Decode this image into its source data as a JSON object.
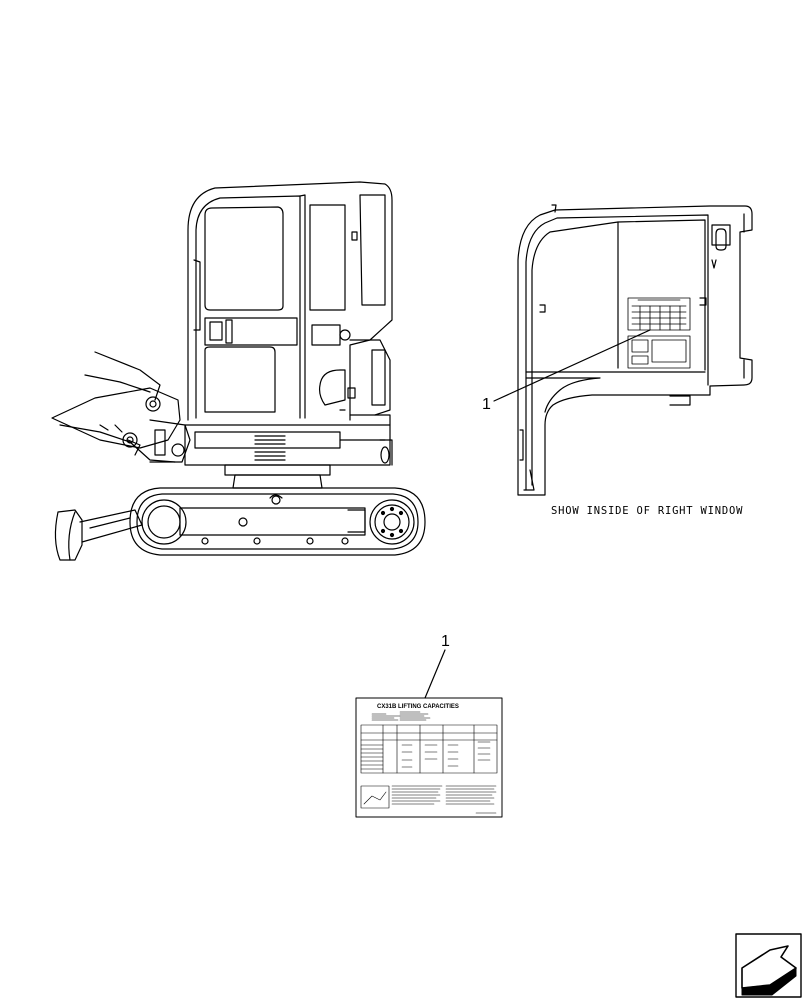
{
  "views": {
    "cab_detail": {
      "caption": "SHOW INSIDE OF RIGHT WINDOW",
      "callout": "1"
    },
    "decal_detail": {
      "callout": "1",
      "decal_title": "CX31B LIFTING CAPACITIES"
    }
  },
  "icons": {
    "nav_arrow": "next-page-arrow-icon"
  }
}
